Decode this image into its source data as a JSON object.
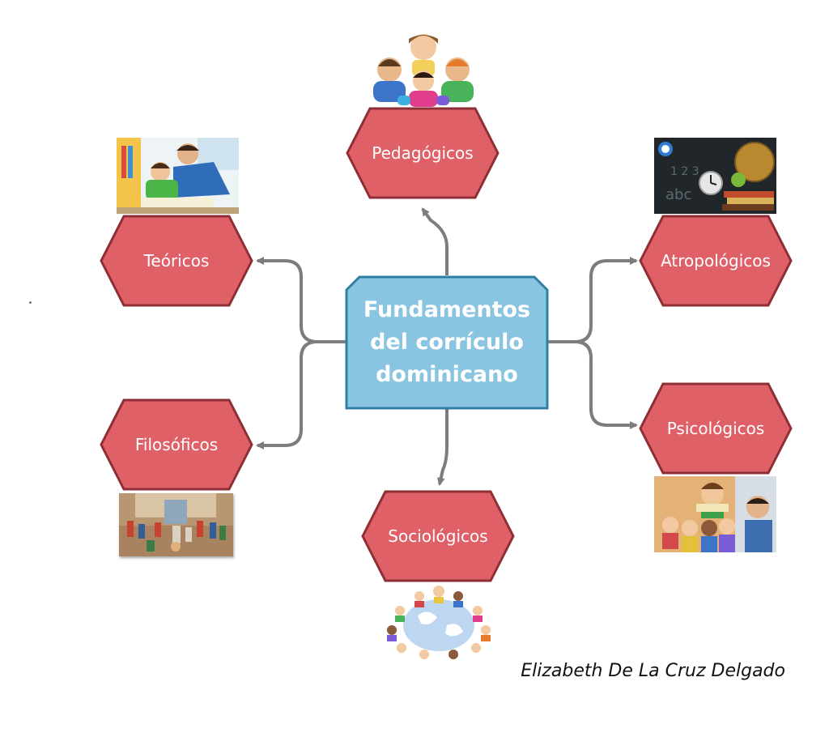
{
  "diagram": {
    "center": {
      "line1": "Fundamentos",
      "line2": "del corrículo",
      "line3": "dominicano"
    },
    "nodes": {
      "pedagogicos": "Pedagógicos",
      "teoricos": "Teóricos",
      "atropologicos": "Atropológicos",
      "filosoficos": "Filosóficos",
      "psicologicos": "Psicológicos",
      "sociologicos": "Sociológicos"
    },
    "author": "Elizabeth De La Cruz Delgado"
  },
  "colors": {
    "center_fill": "#89c4e0",
    "center_border": "#2e7fa3",
    "hex_fill": "#e06068",
    "hex_border": "#8e2f36",
    "connector": "#7d7d7d"
  },
  "images": [
    {
      "name": "children-teacher-illustration",
      "description_icon": "kids-icon"
    },
    {
      "name": "father-son-reading-photo",
      "description_icon": "reading-icon"
    },
    {
      "name": "clock-globe-books-photo",
      "description_icon": "clock-icon"
    },
    {
      "name": "classical-philosophers-painting",
      "description_icon": "painting-icon"
    },
    {
      "name": "teacher-reading-thinking-man",
      "description_icon": "thinking-icon"
    },
    {
      "name": "children-around-globe",
      "description_icon": "globe-icon"
    }
  ]
}
